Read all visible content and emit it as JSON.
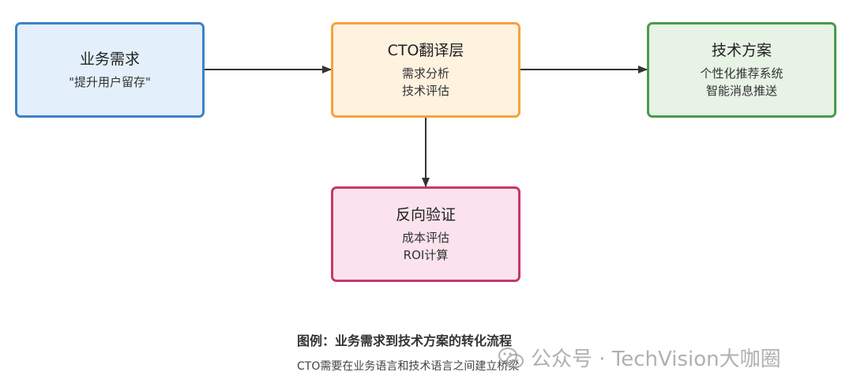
{
  "nodes": {
    "business": {
      "title": "业务需求",
      "lines": [
        "\"提升用户留存\""
      ]
    },
    "cto": {
      "title": "CTO翻译层",
      "lines": [
        "需求分析",
        "技术评估"
      ]
    },
    "tech": {
      "title": "技术方案",
      "lines": [
        "个性化推荐系统",
        "智能消息推送"
      ]
    },
    "verify": {
      "title": "反向验证",
      "lines": [
        "成本评估",
        "ROI计算"
      ]
    }
  },
  "edges": [
    {
      "from": "business",
      "to": "cto"
    },
    {
      "from": "cto",
      "to": "tech"
    },
    {
      "from": "cto",
      "to": "verify"
    }
  ],
  "caption": {
    "title": "图例：业务需求到技术方案的转化流程",
    "subtitle": "CTO需要在业务语言和技术语言之间建立桥梁"
  },
  "watermark": {
    "text": "公众号 · TechVision大咖圈",
    "icon": "wechat-icon"
  },
  "colors": {
    "business_fill": "#e3f0fb",
    "business_border": "#3c82c8",
    "cto_fill": "#fff2df",
    "cto_border": "#f5a338",
    "tech_fill": "#e7f3e5",
    "tech_border": "#4c9a4a",
    "verify_fill": "#fae3ec",
    "verify_border": "#c8366e",
    "edge": "#333333"
  }
}
